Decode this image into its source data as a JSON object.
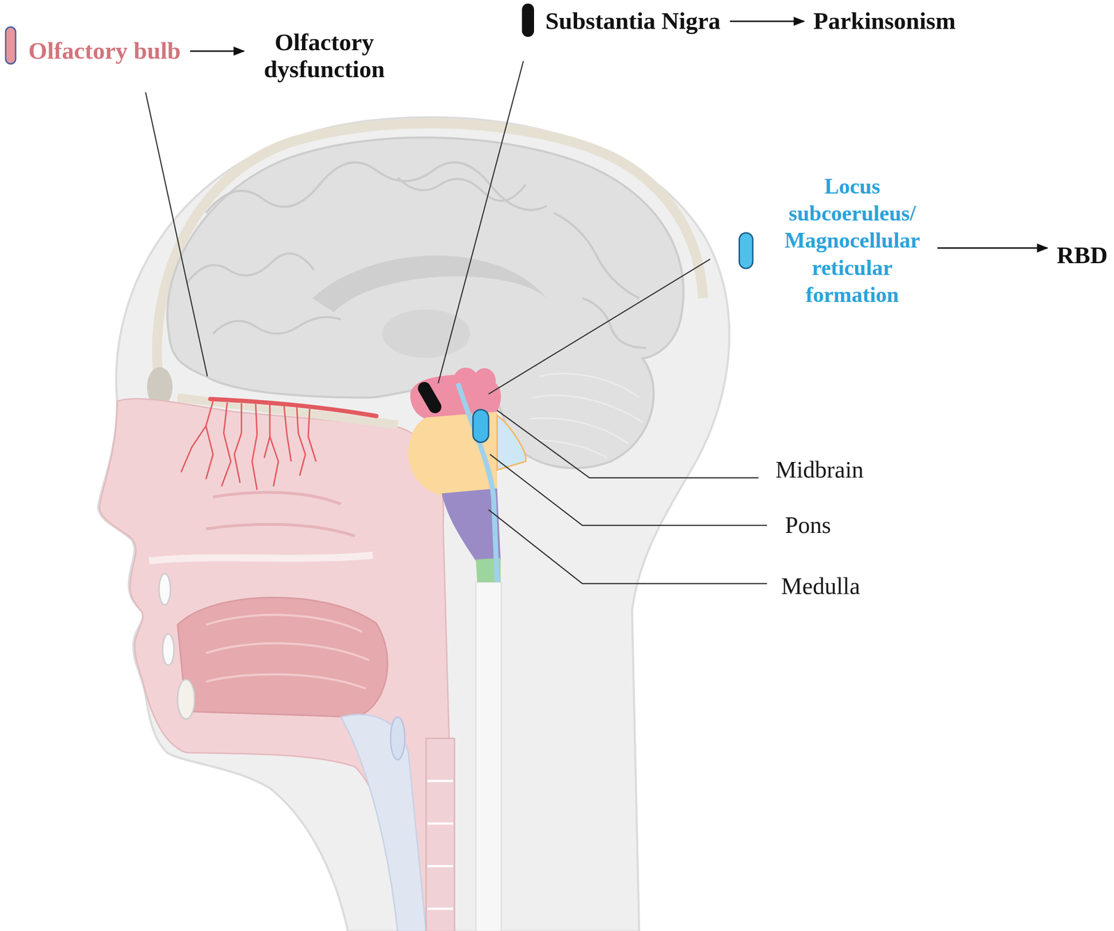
{
  "diagram": {
    "nodes": [
      {
        "text": [
          "Olfactory bulb"
        ]
      },
      {
        "text": [
          "Olfactory dysfunction"
        ]
      },
      {
        "text": [
          "Substantia Nigra"
        ]
      },
      {
        "text": [
          "Parkinsonism"
        ]
      },
      {
        "text": [
          "Locus subcoeruleus/ Magnocellular reticular formation"
        ]
      },
      {
        "text": [
          "RBD"
        ]
      }
    ],
    "edges": [
      {
        "from": 0,
        "to": 1,
        "arrow": "to"
      },
      {
        "from": 2,
        "to": 3,
        "arrow": "to"
      },
      {
        "from": 4,
        "to": 5,
        "arrow": "to"
      }
    ],
    "labels": [
      "Midbrain",
      "Pons",
      "Medulla"
    ]
  }
}
